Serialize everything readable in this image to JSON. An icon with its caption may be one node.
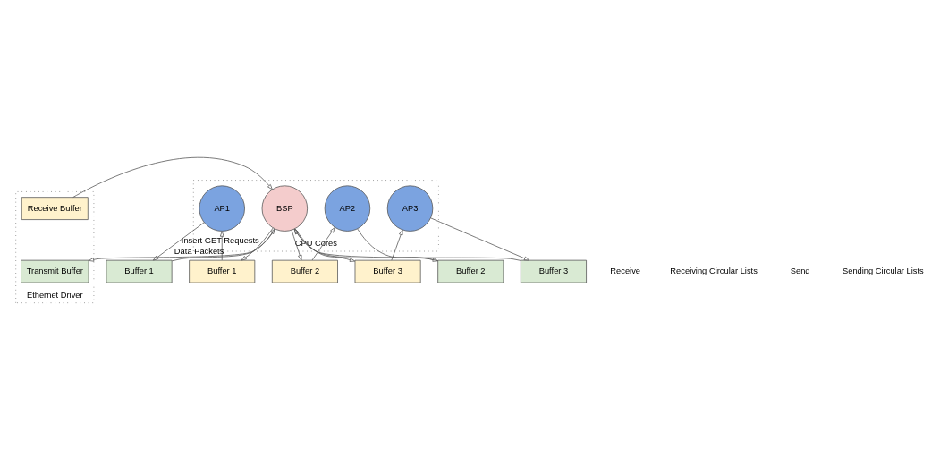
{
  "diagram": {
    "nodes": [
      {
        "text": [
          "Ethernet Driver"
        ]
      },
      {
        "text": [
          "Receive Buffer"
        ],
        "in": 0
      },
      {
        "text": [
          "Transmit Buffer"
        ],
        "in": 0
      },
      {
        "text": [
          "CPU Cores"
        ]
      },
      {
        "text": [
          "BSP"
        ],
        "in": 3
      },
      {
        "text": [
          "AP1"
        ],
        "in": 3
      },
      {
        "text": [
          "AP2"
        ],
        "in": 3
      },
      {
        "text": [
          "AP3"
        ],
        "in": 3
      },
      {
        "text": [
          "Buffer 1"
        ]
      },
      {
        "text": [
          "Buffer 2"
        ]
      },
      {
        "text": [
          "Buffer 3"
        ]
      },
      {
        "text": [
          "Buffer 1"
        ]
      },
      {
        "text": [
          "Buffer 2"
        ]
      },
      {
        "text": [
          "Buffer 3"
        ]
      }
    ],
    "edges": [
      {
        "from": 1,
        "to": 4,
        "arrow": "to"
      },
      {
        "from": 4,
        "to": 2,
        "arrow": "to"
      },
      {
        "from": 4,
        "to": 8,
        "arrow": "to",
        "label": "Insert GET Requests"
      },
      {
        "from": 4,
        "to": 9,
        "arrow": "to"
      },
      {
        "from": 4,
        "to": 10,
        "arrow": "to"
      },
      {
        "from": 8,
        "to": 5,
        "arrow": "to"
      },
      {
        "from": 9,
        "to": 6,
        "arrow": "to"
      },
      {
        "from": 10,
        "to": 7,
        "arrow": "to"
      },
      {
        "from": 5,
        "to": 11,
        "arrow": "to"
      },
      {
        "from": 6,
        "to": 12,
        "arrow": "to"
      },
      {
        "from": 7,
        "to": 13,
        "arrow": "to"
      },
      {
        "from": 11,
        "to": 4,
        "arrow": "to",
        "label": "Data Packets"
      },
      {
        "from": 12,
        "to": 4,
        "arrow": "to"
      },
      {
        "from": 13,
        "to": 4,
        "arrow": "to"
      }
    ],
    "labels": [
      "Receive",
      "Receiving Circular Lists",
      "Send",
      "Sending Circular Lists"
    ]
  }
}
